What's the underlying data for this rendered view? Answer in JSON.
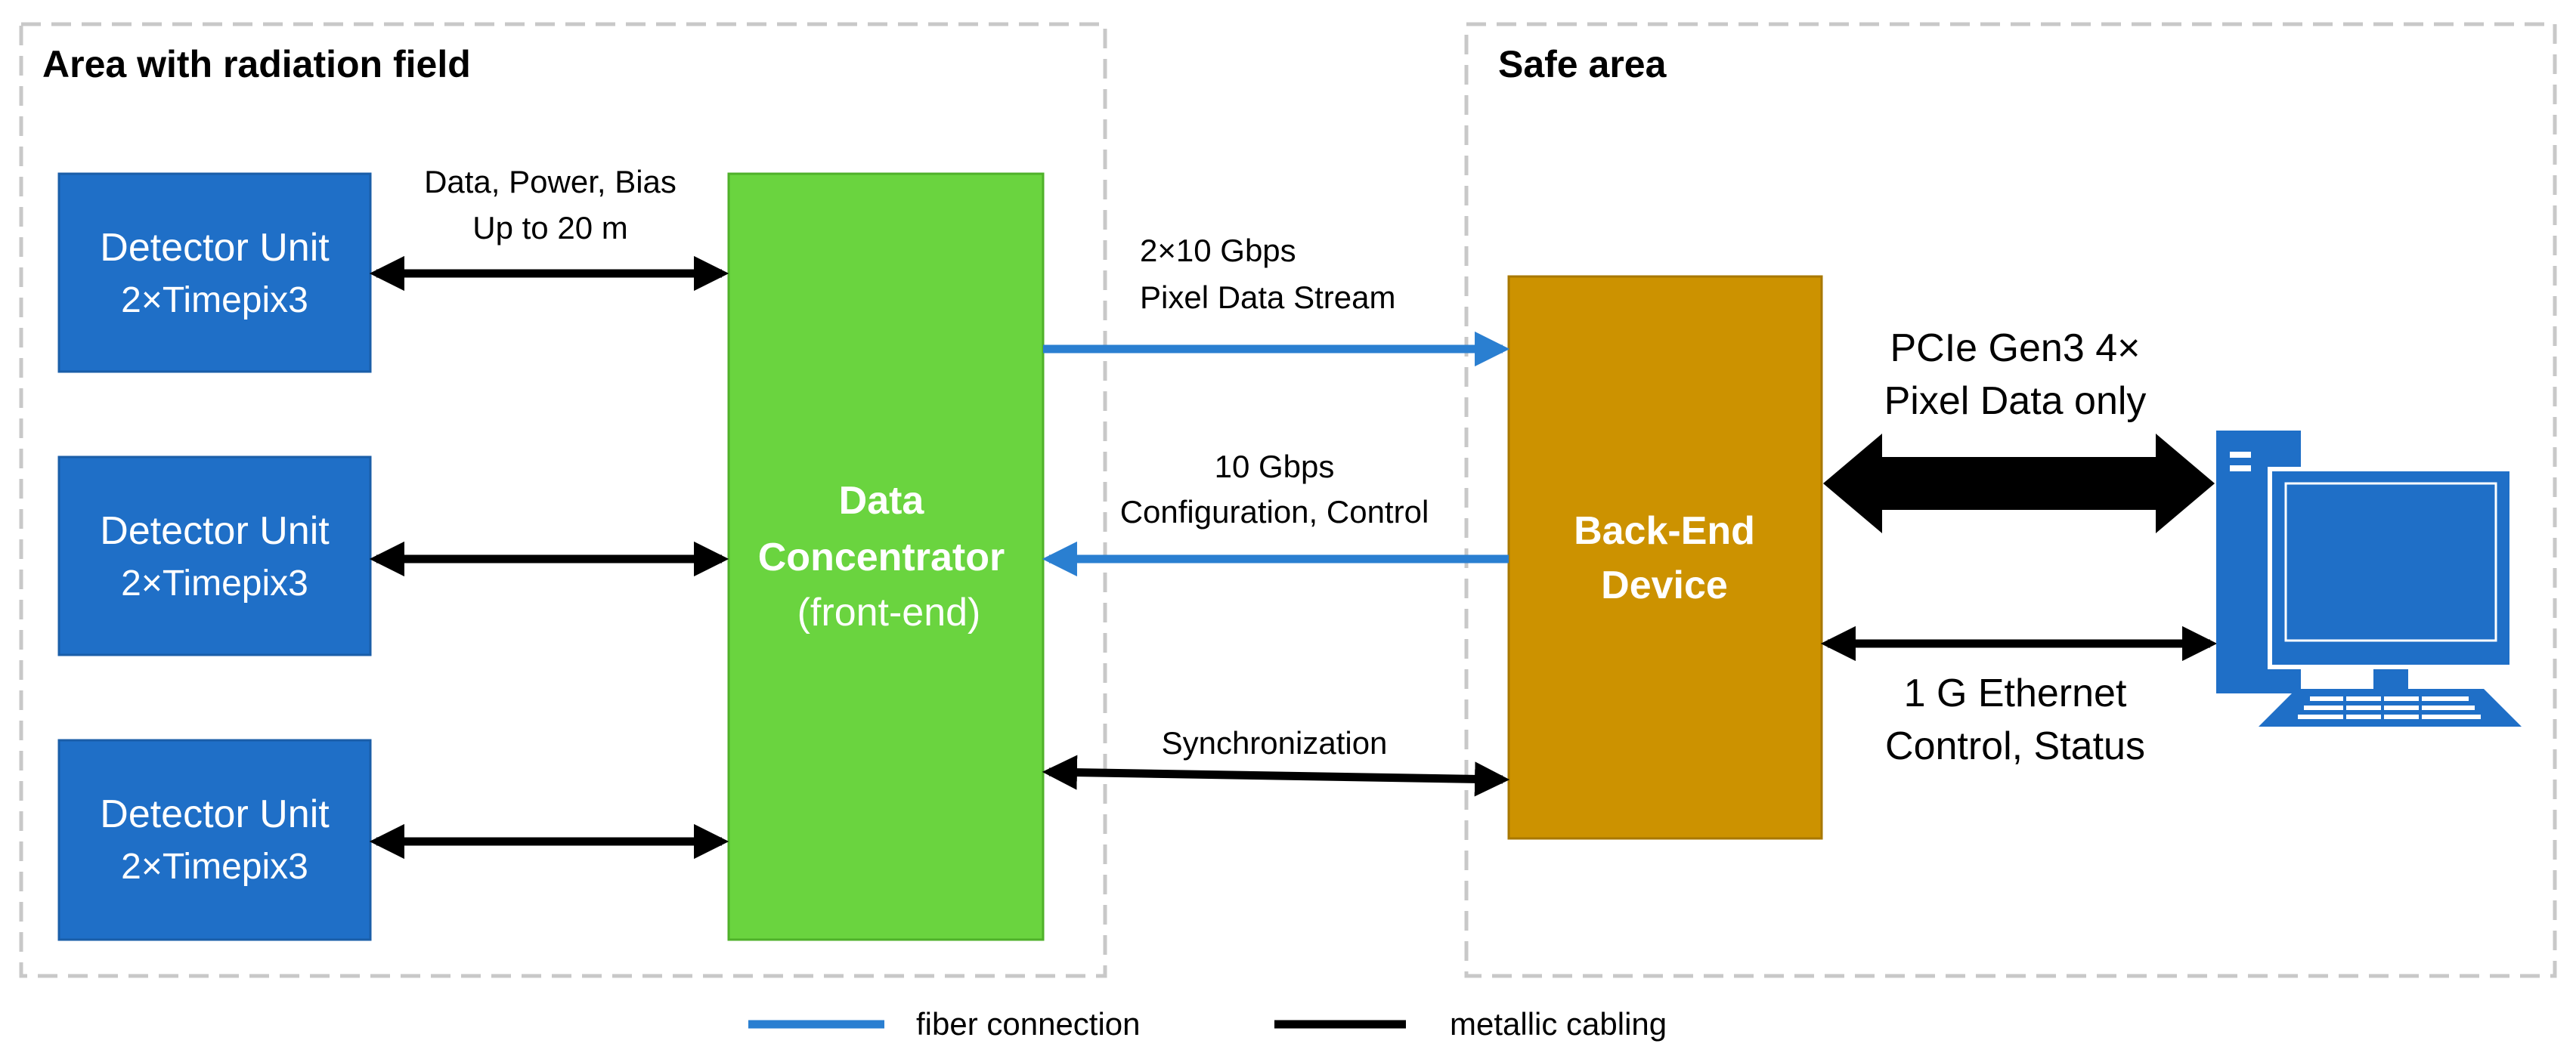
{
  "areas": {
    "radiation": {
      "title": "Area with radiation field"
    },
    "safe": {
      "title": "Safe area"
    }
  },
  "detector_units": [
    {
      "line1": "Detector Unit",
      "line2": "2×Timepix3"
    },
    {
      "line1": "Detector Unit",
      "line2": "2×Timepix3"
    },
    {
      "line1": "Detector Unit",
      "line2": "2×Timepix3"
    }
  ],
  "data_concentrator": {
    "line1": "Data",
    "line2": "Concentrator",
    "line3": "(front-end)"
  },
  "back_end": {
    "line1": "Back-End",
    "line2": "Device"
  },
  "links": {
    "detector_cable": {
      "line1": "Data, Power, Bias",
      "line2": "Up to 20 m"
    },
    "pixel_stream": {
      "line1": "2×10 Gbps",
      "line2": "Pixel Data Stream"
    },
    "config_control": {
      "line1": "10 Gbps",
      "line2": "Configuration, Control"
    },
    "sync": {
      "line1": "Synchronization"
    },
    "pcie": {
      "line1": "PCIe Gen3 4×",
      "line2": "Pixel Data only"
    },
    "ethernet": {
      "line1": "1 G Ethernet",
      "line2": "Control, Status"
    }
  },
  "legend": {
    "fiber": "fiber connection",
    "metallic": "metallic cabling"
  },
  "colors": {
    "detector_blue": "#1f6fc7",
    "concentrator_green": "#6ad43f",
    "backend_gold": "#cc9200",
    "fiber_blue": "#2a7fd1",
    "metallic_black": "#000000",
    "border_gray": "#c8c8c8"
  },
  "icons": {
    "computer": "desktop-computer-icon"
  }
}
